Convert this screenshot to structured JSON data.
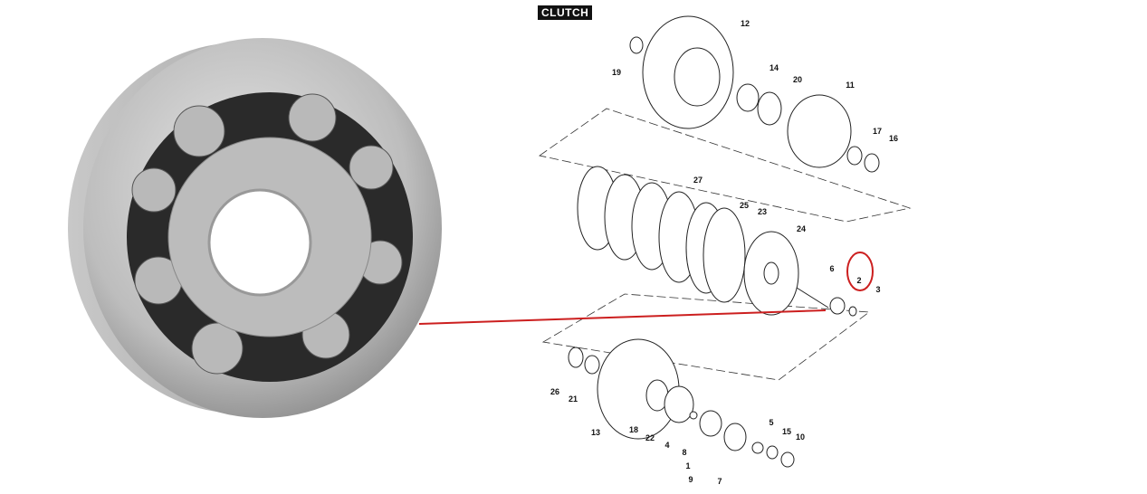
{
  "diagram": {
    "title": "CLUTCH",
    "highlighted_part": "2",
    "highlight_color": "#cc1f1f",
    "callouts": {
      "p12": "12",
      "p19": "19",
      "p14": "14",
      "p20": "20",
      "p11": "11",
      "p17": "17",
      "p16": "16",
      "p27": "27",
      "p25": "25",
      "p23": "23",
      "p24": "24",
      "p6": "6",
      "p2": "2",
      "p3": "3",
      "p26": "26",
      "p21": "21",
      "p13": "13",
      "p18": "18",
      "p22": "22",
      "p4": "4",
      "p8": "8",
      "p1": "1",
      "p9": "9",
      "p7": "7",
      "p5": "5",
      "p15": "15",
      "p10": "10"
    }
  },
  "photo": {
    "subject-icon": "ball-bearing"
  }
}
